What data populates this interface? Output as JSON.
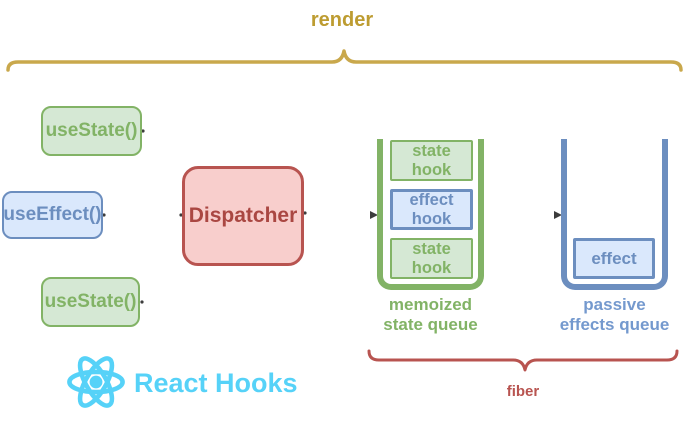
{
  "render_section": {
    "label": "render"
  },
  "hook_calls": [
    {
      "label": "useState()"
    },
    {
      "label": "useEffect()"
    },
    {
      "label": "useState()"
    }
  ],
  "dispatcher": {
    "label": "Dispatcher"
  },
  "memoized_state_queue": {
    "caption": "memoized state queue",
    "items": [
      {
        "label": "state hook"
      },
      {
        "label": "effect hook"
      },
      {
        "label": "state hook"
      }
    ]
  },
  "passive_effects_queue": {
    "caption": "passive effects queue",
    "items": [
      {
        "label": "effect"
      }
    ]
  },
  "fiber_section": {
    "label": "fiber"
  },
  "branding": {
    "label": "React Hooks",
    "logo_icon": "react-atom-logo"
  },
  "colors": {
    "gold": "#c6a33f",
    "green_fill": "#d5e8d4",
    "green_stroke": "#82b366",
    "blue_fill": "#dae8fc",
    "blue_stroke": "#6c8ebf",
    "red_fill": "#f8cecc",
    "red_stroke": "#b85450",
    "react_cyan": "#56d2f8"
  }
}
